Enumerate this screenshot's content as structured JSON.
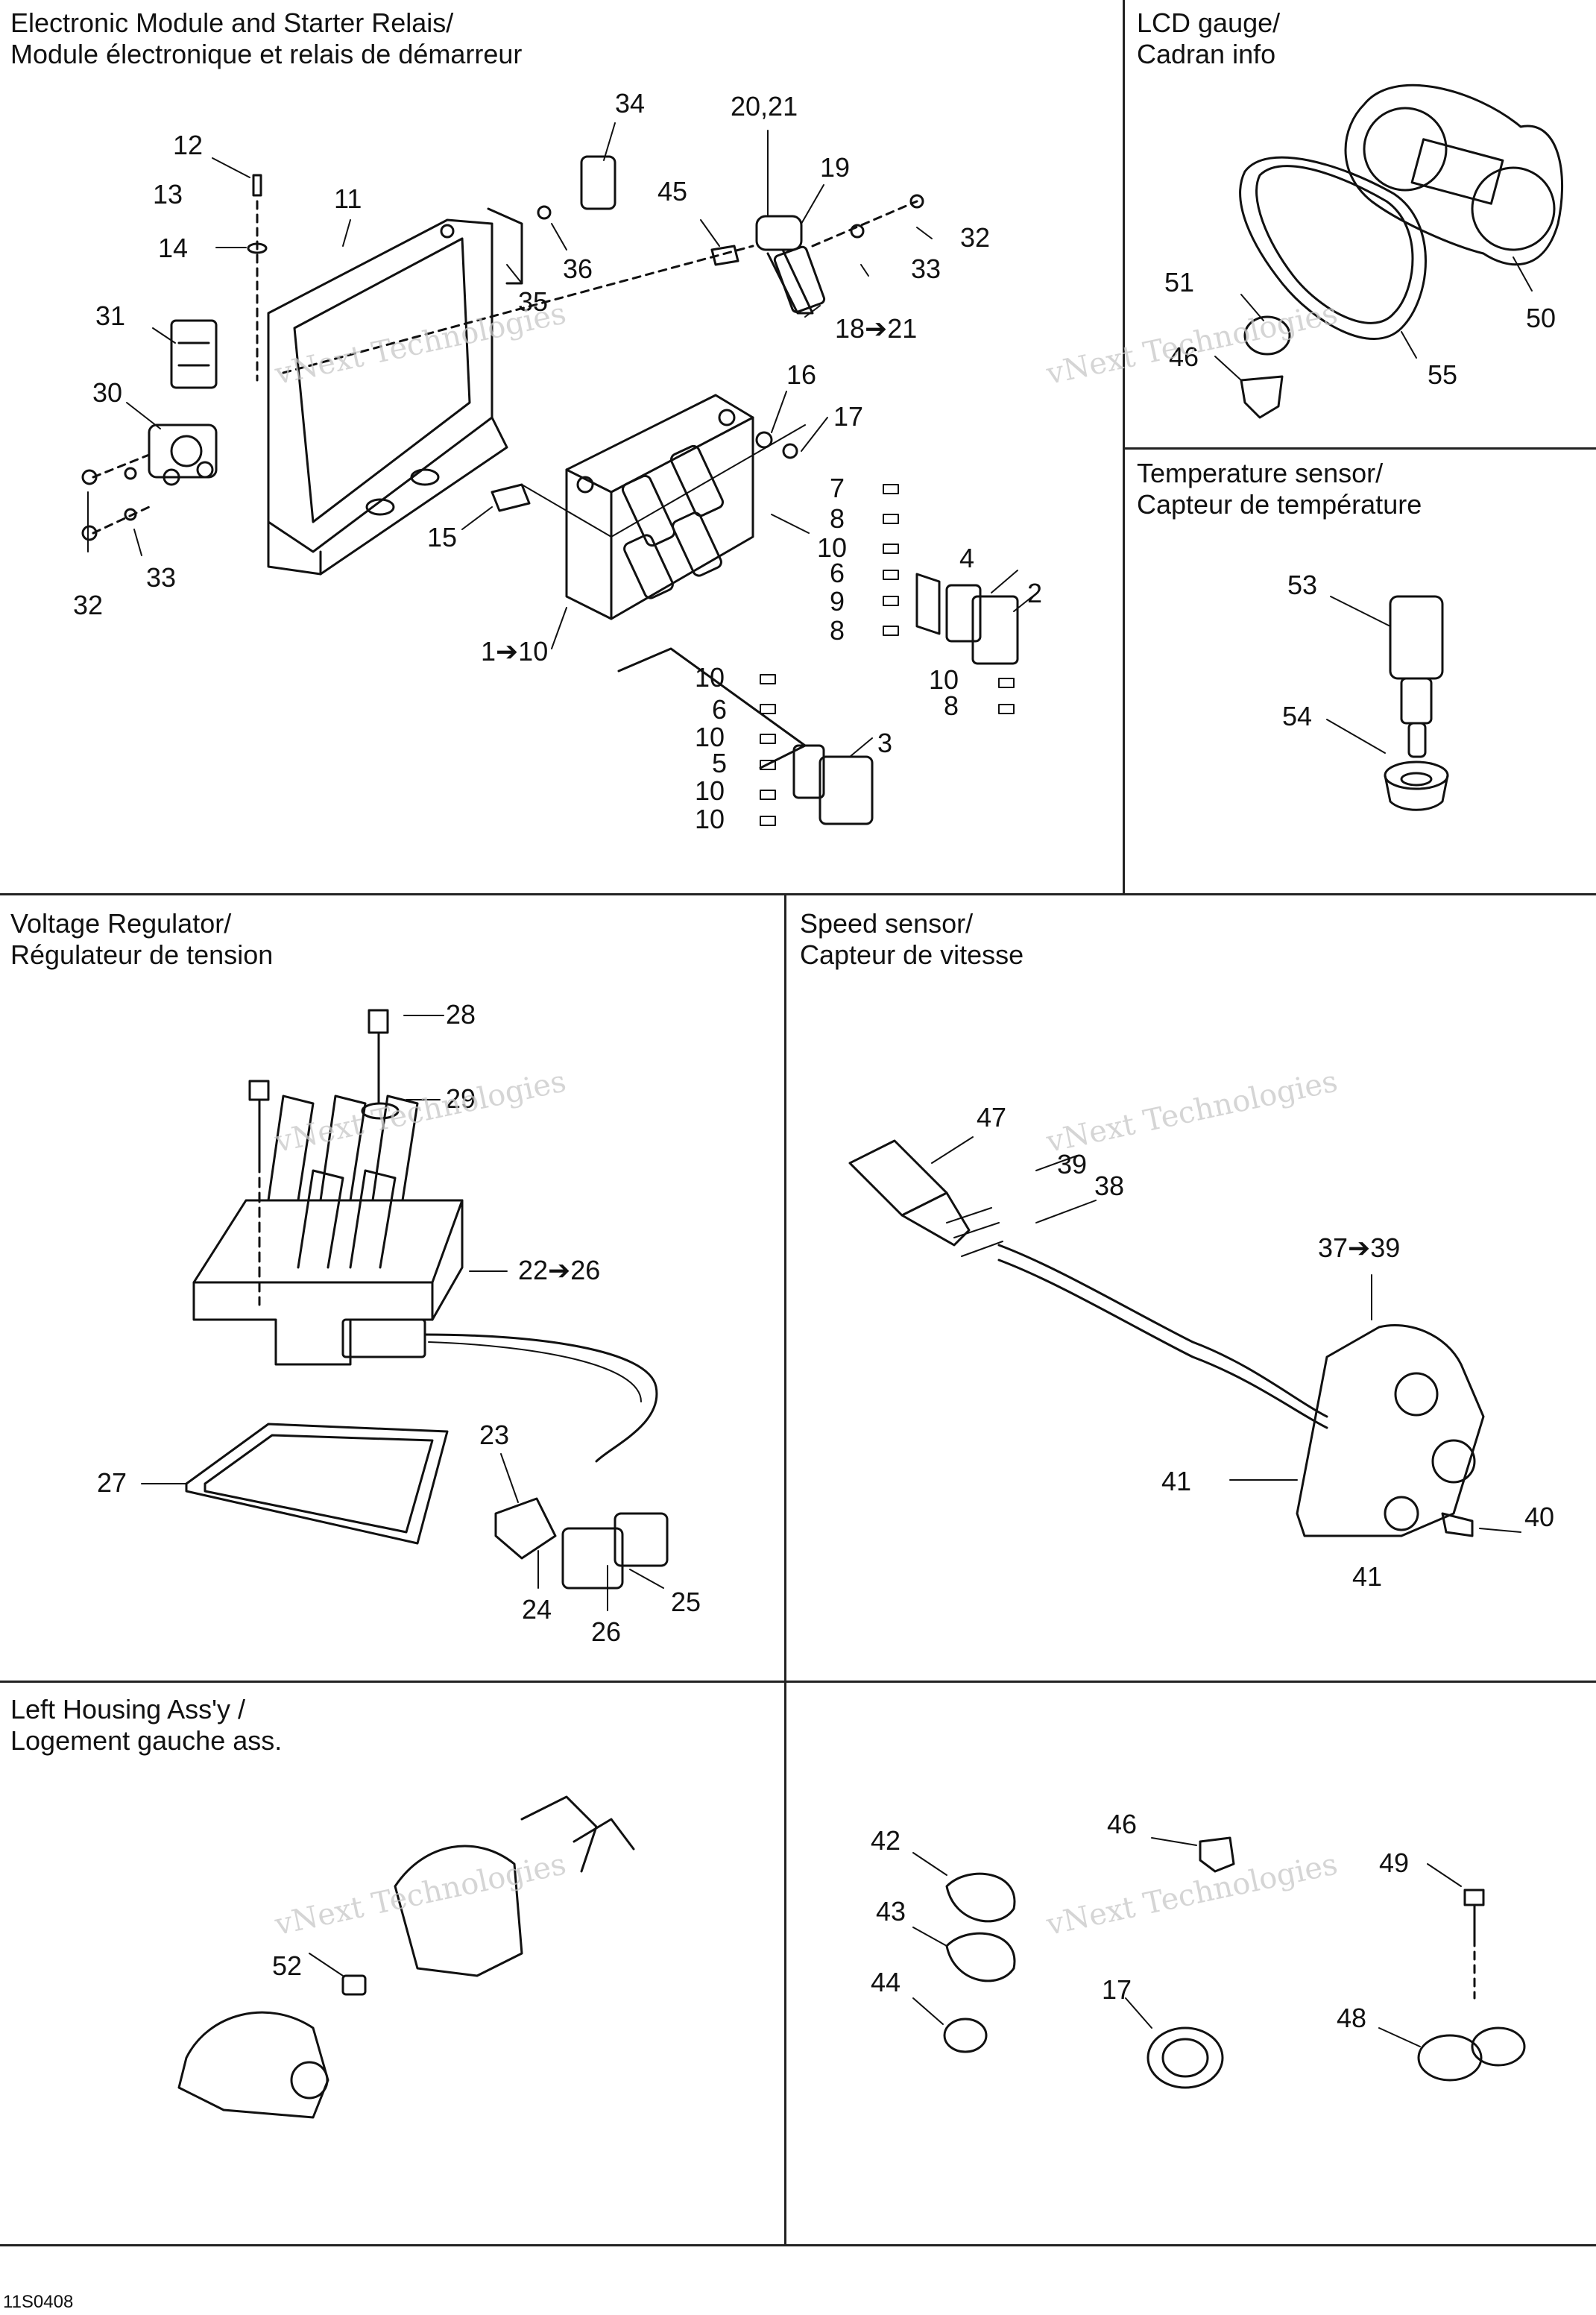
{
  "panels": {
    "electronic_module": {
      "title_en": "Electronic Module and Starter Relais/",
      "title_fr": "Module électronique et relais de démarreur"
    },
    "lcd_gauge": {
      "title_en": "LCD gauge/",
      "title_fr": "Cadran info"
    },
    "temperature_sensor": {
      "title_en": "Temperature sensor/",
      "title_fr": "Capteur de température"
    },
    "voltage_regulator": {
      "title_en": "Voltage Regulator/",
      "title_fr": "Régulateur de tension"
    },
    "speed_sensor": {
      "title_en": "Speed sensor/",
      "title_fr": "Capteur de vitesse"
    },
    "left_housing": {
      "title_en": "Left Housing Ass'y /",
      "title_fr": "Logement gauche ass."
    }
  },
  "callouts": {
    "p12": "12",
    "p13": "13",
    "p14": "14",
    "p11": "11",
    "p31": "31",
    "p30": "30",
    "p32a": "32",
    "p33a": "33",
    "p34": "34",
    "p36": "36",
    "p35": "35",
    "p45": "45",
    "p2021": "20,21",
    "p19": "19",
    "p32b": "32",
    "p33b": "33",
    "p1821": "18➔21",
    "p16": "16",
    "p17a": "17",
    "p15": "15",
    "p110": "1➔10",
    "p7": "7",
    "p8a": "8",
    "p10a": "10",
    "p6a": "6",
    "p9": "9",
    "p8b": "8",
    "p4": "4",
    "p2": "2",
    "p10b": "10",
    "p8c": "8",
    "p10c": "10",
    "p6b": "6",
    "p10d": "10",
    "p5": "5",
    "p10e": "10",
    "p10f": "10",
    "p3": "3",
    "p51": "51",
    "p46a": "46",
    "p50": "50",
    "p55": "55",
    "p53": "53",
    "p54": "54",
    "p28": "28",
    "p29": "29",
    "p2226": "22➔26",
    "p27": "27",
    "p23": "23",
    "p24": "24",
    "p26": "26",
    "p25": "25",
    "p47": "47",
    "p39": "39",
    "p38": "38",
    "p3739": "37➔39",
    "p41a": "41",
    "p40": "40",
    "p41b": "41",
    "p52": "52",
    "p42": "42",
    "p43": "43",
    "p44": "44",
    "p46b": "46",
    "p17b": "17",
    "p49": "49",
    "p48": "48"
  },
  "watermark": {
    "line1": "vNext Technologies",
    "line2": "vNext",
    "line3": "Technologies"
  },
  "drawing_code": "11S0408",
  "colors": {
    "line": "#111111",
    "watermark": "#c8c8c8"
  }
}
